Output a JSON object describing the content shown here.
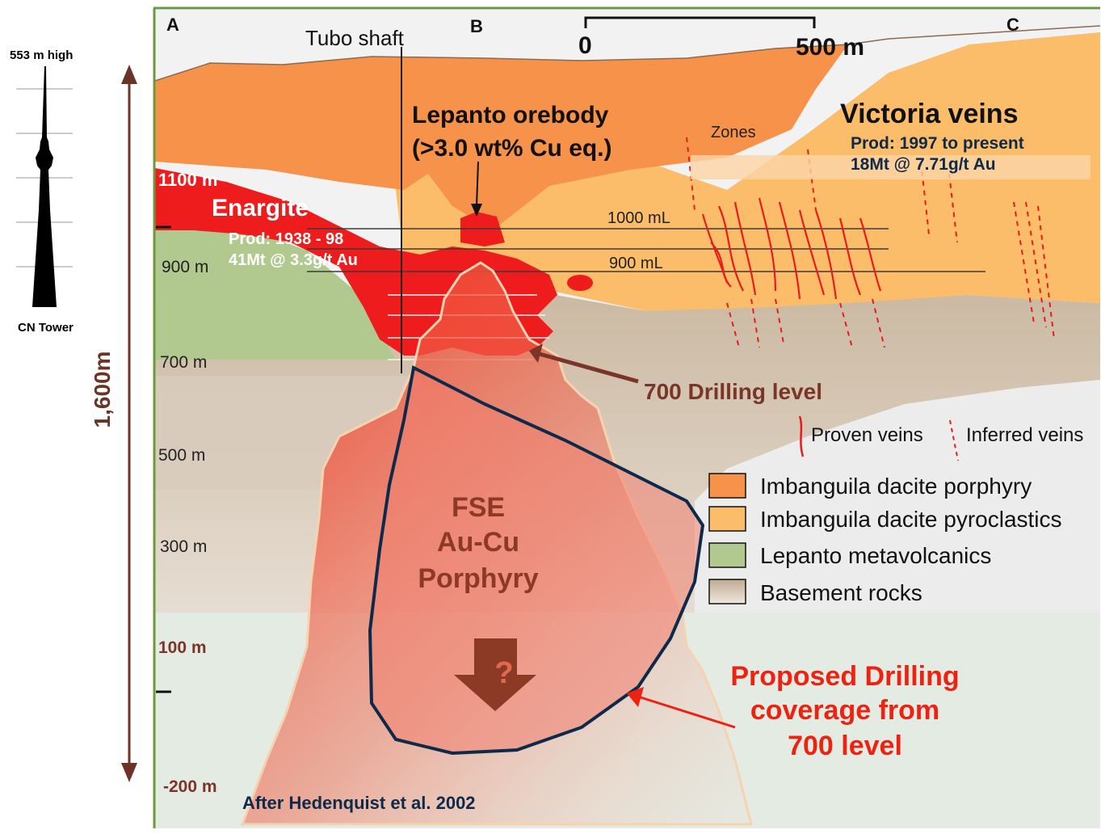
{
  "tower": {
    "height_label": "553 m high",
    "name_label": "CN Tower",
    "span_label": "1,600m"
  },
  "section": {
    "point_a": "A",
    "point_b": "B",
    "point_c": "C",
    "scale_zero": "0",
    "scale_end": "500 m",
    "shaft_label": "Tubo shaft"
  },
  "elevations": [
    "1100 m",
    "900 m",
    "700 m",
    "500 m",
    "300 m",
    "100 m",
    "-200 m"
  ],
  "labels": {
    "lepanto_line1": "Lepanto orebody",
    "lepanto_line2": "(>3.0 wt% Cu eq.)",
    "zones": "Zones",
    "victoria_title": "Victoria veins",
    "victoria_prod": "Prod: 1997 to present",
    "victoria_grade": "18Mt @ 7.71g/t Au",
    "enargite_title": "Enargite",
    "enargite_prod": "Prod: 1938 - 98",
    "enargite_grade": "41Mt @ 3.3g/t Au",
    "level_1000": "1000 mL",
    "level_900": "900 mL",
    "drilling_level": "700 Drilling level",
    "fse_line1": "FSE",
    "fse_line2": "Au-Cu",
    "fse_line3": "Porphyry",
    "question": "?",
    "proposed_line1": "Proposed Drilling",
    "proposed_line2": "coverage from",
    "proposed_line3": "700 level",
    "credit": "After Hedenquist et al. 2002"
  },
  "legend": {
    "proven": "Proven veins",
    "inferred": "Inferred veins",
    "items": [
      {
        "label": "Imbanguila dacite porphyry",
        "color": "#f7924a"
      },
      {
        "label": "Imbanguila dacite pyroclastics",
        "color": "#fbbd6a"
      },
      {
        "label": "Lepanto metavolcanics",
        "color": "#b1c98e"
      },
      {
        "label": "Basement rocks",
        "color": "#c9b8a2"
      }
    ]
  },
  "colors": {
    "frame_green": "#6a9a3c",
    "ore_red": "#ee1c1c",
    "dark_brown": "#7a3528",
    "navy": "#0e2a4a",
    "proposed_red": "#ee2211"
  }
}
